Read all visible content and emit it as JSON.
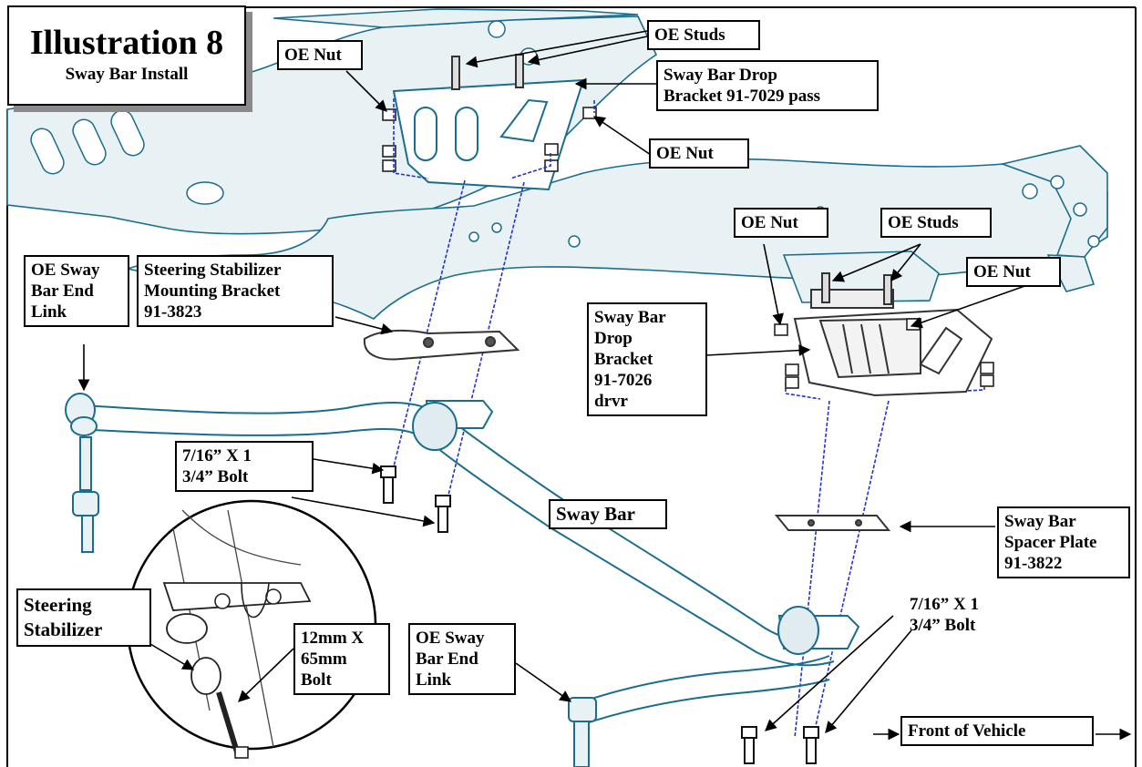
{
  "title": {
    "main": "Illustration 8",
    "sub": "Sway Bar Install"
  },
  "labels": {
    "oe_nut_top_left": "OE Nut",
    "oe_studs_top": "OE Studs",
    "pass_bracket": "Sway Bar Drop\nBracket 91-7029 pass",
    "oe_nut_top_right": "OE Nut",
    "oe_nut_mid": "OE Nut",
    "oe_studs_mid": "OE Studs",
    "oe_nut_right": "OE Nut",
    "end_link_left": "OE Sway\nBar End\nLink",
    "stabilizer_bracket": "Steering Stabilizer\nMounting Bracket\n91-3823",
    "drvr_bracket": "Sway Bar\nDrop\nBracket\n91-7026\ndrvr",
    "bolt_left": "7/16” X 1\n3/4” Bolt",
    "sway_bar": "Sway Bar",
    "spacer_plate": "Sway Bar\nSpacer Plate\n91-3822",
    "steering_stabilizer": "Steering\nStabilizer",
    "bolt_12mm": "12mm X\n65mm\nBolt",
    "end_link_bottom": "OE Sway\nBar End\nLink",
    "bolt_right": "7/16” X 1\n3/4” Bolt",
    "front_of_vehicle": "Front of Vehicle"
  },
  "colors": {
    "line_art": "#1a6d8c",
    "frame_fill": "#e8f1f4",
    "guide": "#2233cc",
    "label_border": "#000000"
  }
}
